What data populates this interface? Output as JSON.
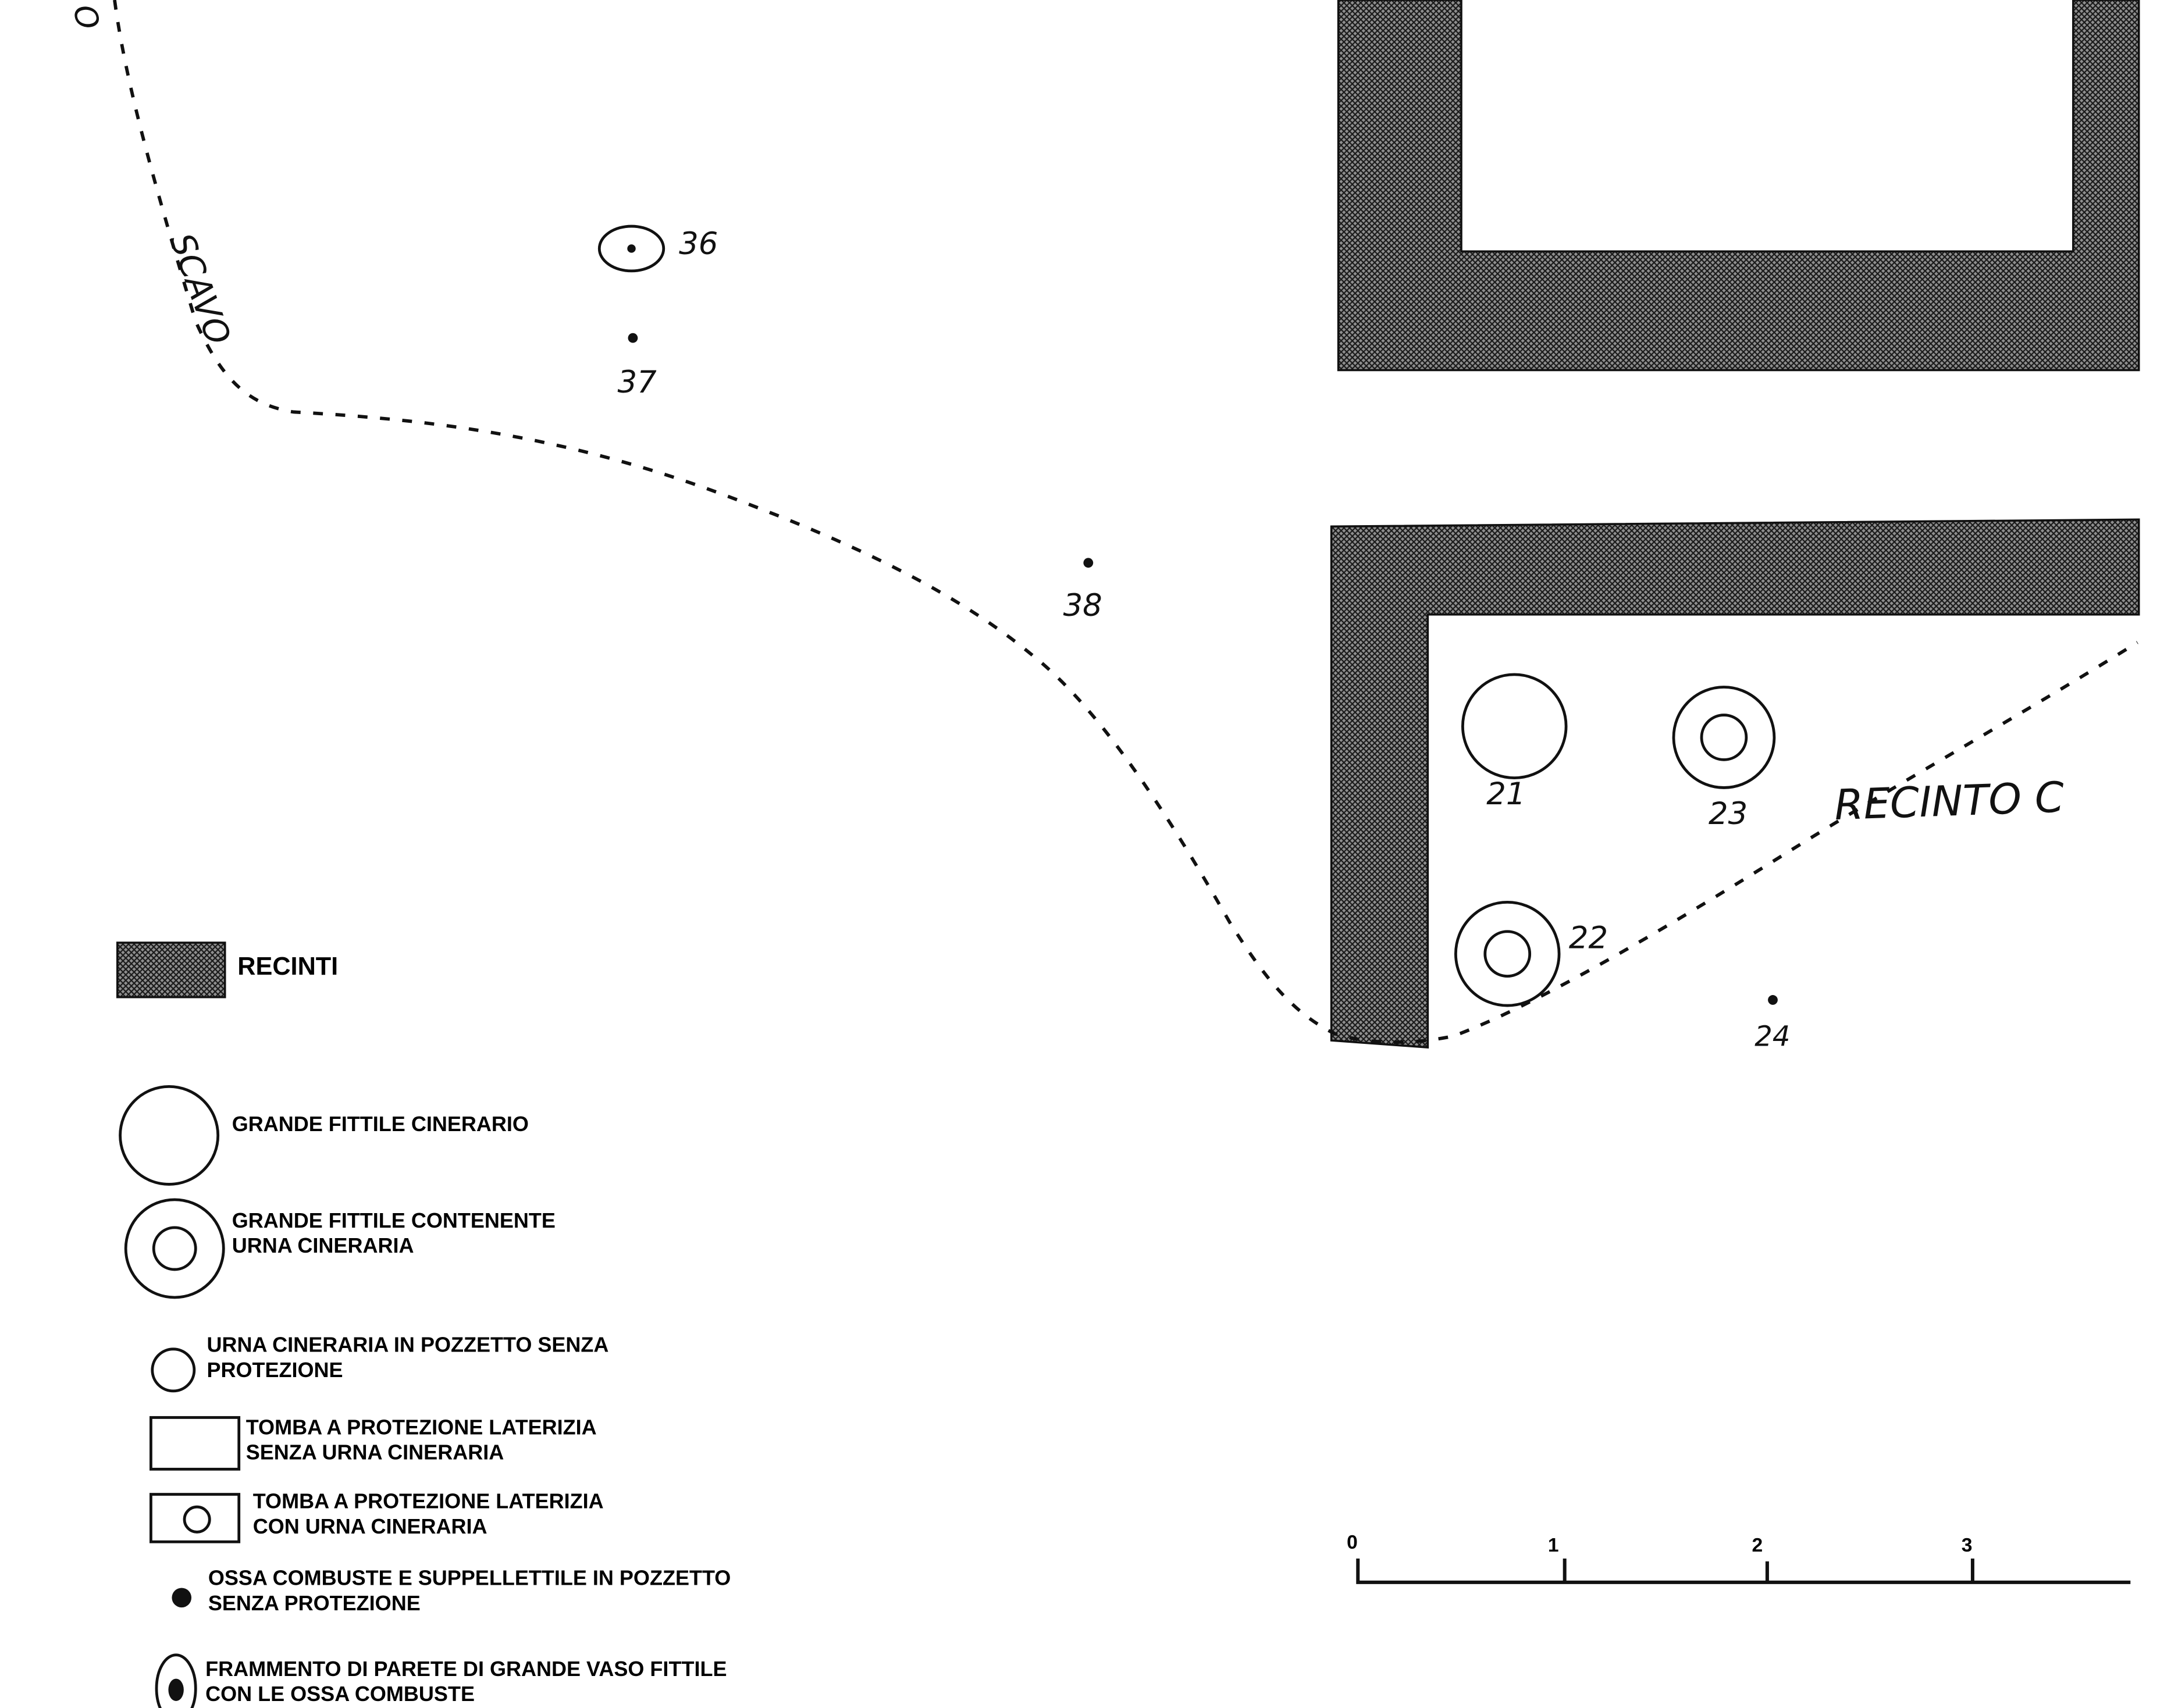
{
  "labels": {
    "scavo": "SCAVO",
    "scavo_fragment": "O",
    "recinto_c": "RECINTO C"
  },
  "tombs": [
    {
      "id": "36",
      "type": "fragment-with-bones"
    },
    {
      "id": "37",
      "type": "bones-in-pit"
    },
    {
      "id": "38",
      "type": "bones-in-pit"
    },
    {
      "id": "21",
      "type": "large-vessel"
    },
    {
      "id": "22",
      "type": "large-vessel-with-urn"
    },
    {
      "id": "23",
      "type": "large-vessel-with-urn"
    },
    {
      "id": "24",
      "type": "bones-in-pit"
    }
  ],
  "legend": {
    "recinti": "RECINTI",
    "grande_fittile": "GRANDE FITTILE CINERARIO",
    "grande_fittile_urna": [
      "GRANDE FITTILE CONTENENTE",
      "URNA CINERARIA"
    ],
    "urna_pozzetto": [
      "URNA CINERARIA IN POZZETTO SENZA",
      "PROTEZIONE"
    ],
    "tomba_laterizia": [
      "TOMBA A PROTEZIONE LATERIZIA",
      "SENZA URNA CINERARIA"
    ],
    "tomba_laterizia_urna": [
      "TOMBA A PROTEZIONE LATERIZIA",
      "CON URNA CINERARIA"
    ],
    "ossa_pozzetto": [
      "OSSA COMBUSTE E SUPPELLETTILE IN POZZETTO",
      "SENZA PROTEZIONE"
    ],
    "frammento": [
      "FRAMMENTO DI PARETE DI GRANDE VASO FITTILE",
      "CON LE OSSA COMBUSTE"
    ]
  },
  "scale": {
    "ticks": [
      "0",
      "1",
      "2",
      "3"
    ]
  },
  "colors": {
    "ink": "#111111",
    "hatch_bg": "#9a9a9a"
  }
}
